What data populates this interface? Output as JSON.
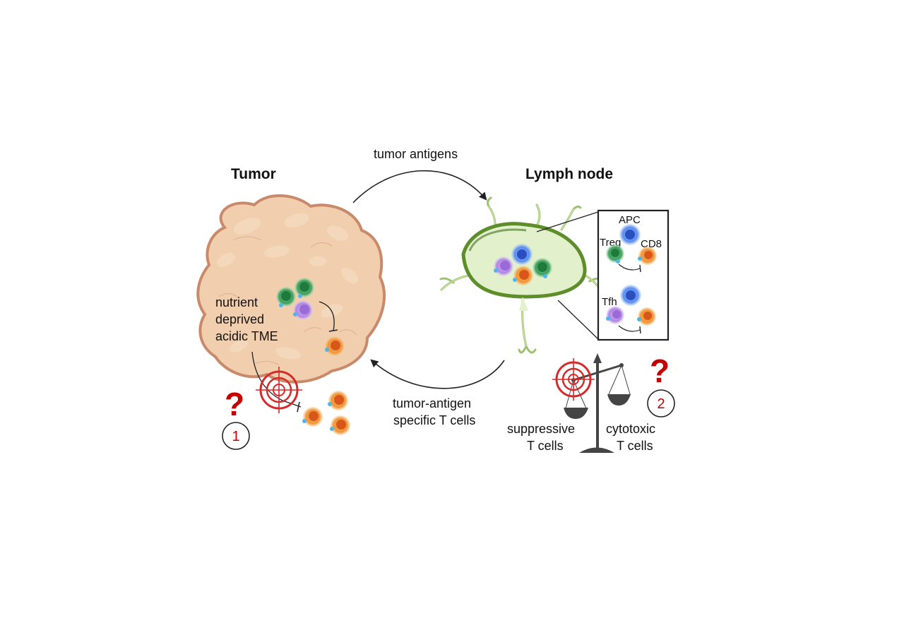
{
  "titles": {
    "tumor": "Tumor",
    "lymph_node": "Lymph node"
  },
  "arrows": {
    "top": "tumor antigens",
    "bottom_line1": "tumor-antigen",
    "bottom_line2": "specific T cells"
  },
  "tumor": {
    "tme_line1": "nutrient",
    "tme_line2": "deprived",
    "tme_line3": "acidic TME",
    "question_number": "1"
  },
  "inset": {
    "apc": "APC",
    "treg": "Treg",
    "cd8": "CD8",
    "tfh": "Tfh"
  },
  "balance": {
    "left_line1": "suppressive",
    "left_line2": "T cells",
    "right_line1": "cytotoxic",
    "right_line2": "T cells",
    "question_number": "2"
  },
  "colors": {
    "tumor_fill": "#f1cfae",
    "tumor_edge": "#c98a6c",
    "lymph_fill": "#e2f0cc",
    "lymph_edge": "#5e8e2a",
    "question": "#c40000",
    "target": "#d42a2a",
    "scale": "#444444",
    "orange_cell": "#f29a3c",
    "green_cell": "#4cae6a",
    "purple_cell": "#b68ae6",
    "blue_cell": "#5b8ff0"
  }
}
